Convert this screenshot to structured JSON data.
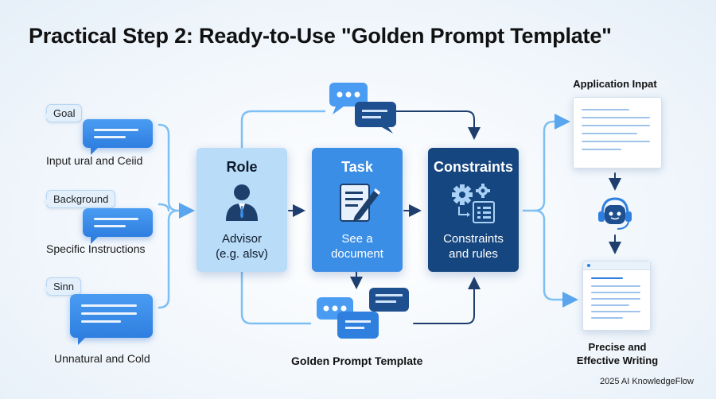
{
  "title": "Practical Step 2: Ready-to-Use \"Golden Prompt Template\"",
  "inputs": [
    {
      "tag": "Goal",
      "label": "Input ural and Ceiid"
    },
    {
      "tag": "Background",
      "label": "Specific Instructions"
    },
    {
      "tag": "Sinn",
      "label": "Unnatural and Cold"
    }
  ],
  "role": {
    "title": "Role",
    "desc": "Advisor\n(e.g. alsv)"
  },
  "task": {
    "title": "Task",
    "desc": "See a\ndocument"
  },
  "constraints": {
    "title": "Constraints",
    "desc": "Constraints\nand rules"
  },
  "golden_label": "Golden Prompt Template",
  "application_label": "Application Inpat",
  "result_label": "Precise and\nEffective Writing",
  "footer": "2025 AI KnowledgeFlow",
  "colors": {
    "light_blue": "#b9dcf8",
    "mid_blue": "#3b8ee6",
    "dark_blue": "#16467f",
    "connector": "#6fb3ef"
  },
  "icons": [
    "advisor-person-icon",
    "document-pen-icon",
    "gears-checklist-icon",
    "chatbot-headset-icon",
    "chat-bubbles-icon"
  ]
}
